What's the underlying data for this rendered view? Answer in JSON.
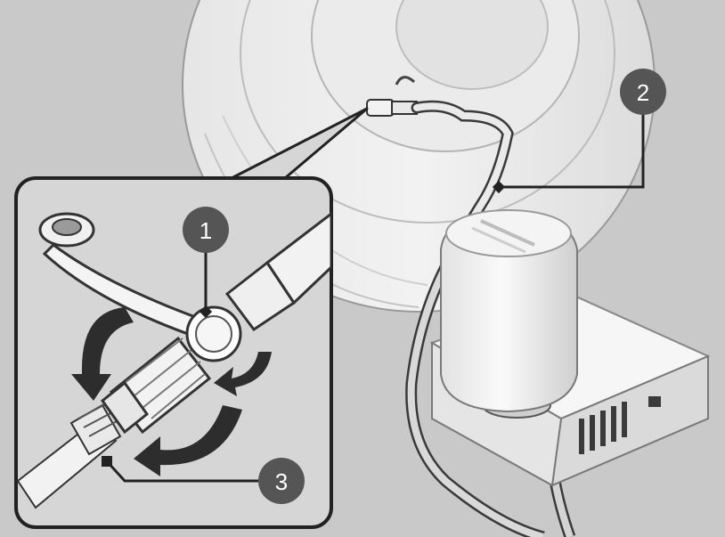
{
  "callouts": {
    "one": "1",
    "two": "2",
    "three": "3"
  },
  "colors": {
    "background": "#c9c9c9",
    "callout_fill": "#555555",
    "inset_background": "#d6d6d6",
    "line": "#222222"
  }
}
